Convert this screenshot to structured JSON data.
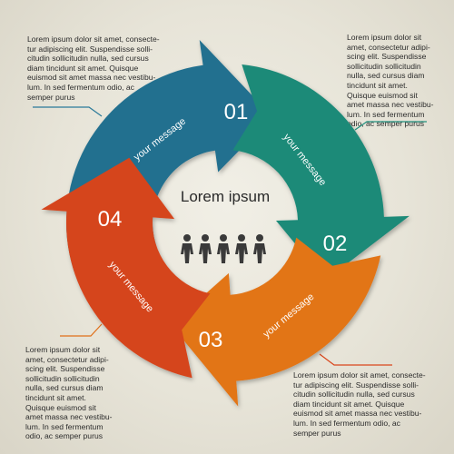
{
  "center": {
    "title": "Lorem ipsum"
  },
  "segments": [
    {
      "number": "01",
      "message": "your message",
      "color": "#22708f"
    },
    {
      "number": "02",
      "message": "your message",
      "color": "#1f8a78"
    },
    {
      "number": "03",
      "message": "your message",
      "color": "#e27418"
    },
    {
      "number": "04",
      "message": "your message",
      "color": "#d5441c"
    }
  ],
  "texts": {
    "top_left": [
      "Lorem ipsum dolor sit amet, consecte-",
      "tur adipiscing elit. Suspendisse solli-",
      "citudin sollicitudin nulla, sed cursus",
      "diam tincidunt sit amet. Quisque",
      "euismod sit amet massa nec vestibu-",
      "lum. In sed fermentum odio, ac",
      "semper purus"
    ],
    "top_right": [
      "Lorem ipsum dolor sit",
      "amet, consectetur adipi-",
      "scing elit. Suspendisse",
      "sollicitudin sollicitudin",
      "nulla, sed cursus diam",
      "tincidunt sit amet.",
      "Quisque euismod sit",
      "amet massa nec vestibu-",
      "lum. In sed fermentum",
      "odio, ac semper purus"
    ],
    "bottom_left": [
      "Lorem ipsum dolor sit",
      "amet, consectetur adipi-",
      "scing elit. Suspendisse",
      "sollicitudin sollicitudin",
      "nulla, sed cursus diam",
      "tincidunt sit amet.",
      "Quisque euismod sit",
      "amet massa nec vestibu-",
      "lum. In sed fermentum",
      "odio, ac semper purus"
    ],
    "bottom_right": [
      "Lorem ipsum dolor sit amet, consecte-",
      "tur adipiscing elit. Suspendisse solli-",
      "citudin sollicitudin nulla, sed cursus",
      "diam tincidunt sit amet. Quisque",
      "euismod sit amet massa nec vestibu-",
      "lum. In sed fermentum odio, ac",
      "semper purus"
    ]
  },
  "stock_id": "72878719",
  "colors": {
    "background": "#ebe8de",
    "text": "#2c2c2c",
    "people": "#3a3a3a"
  }
}
